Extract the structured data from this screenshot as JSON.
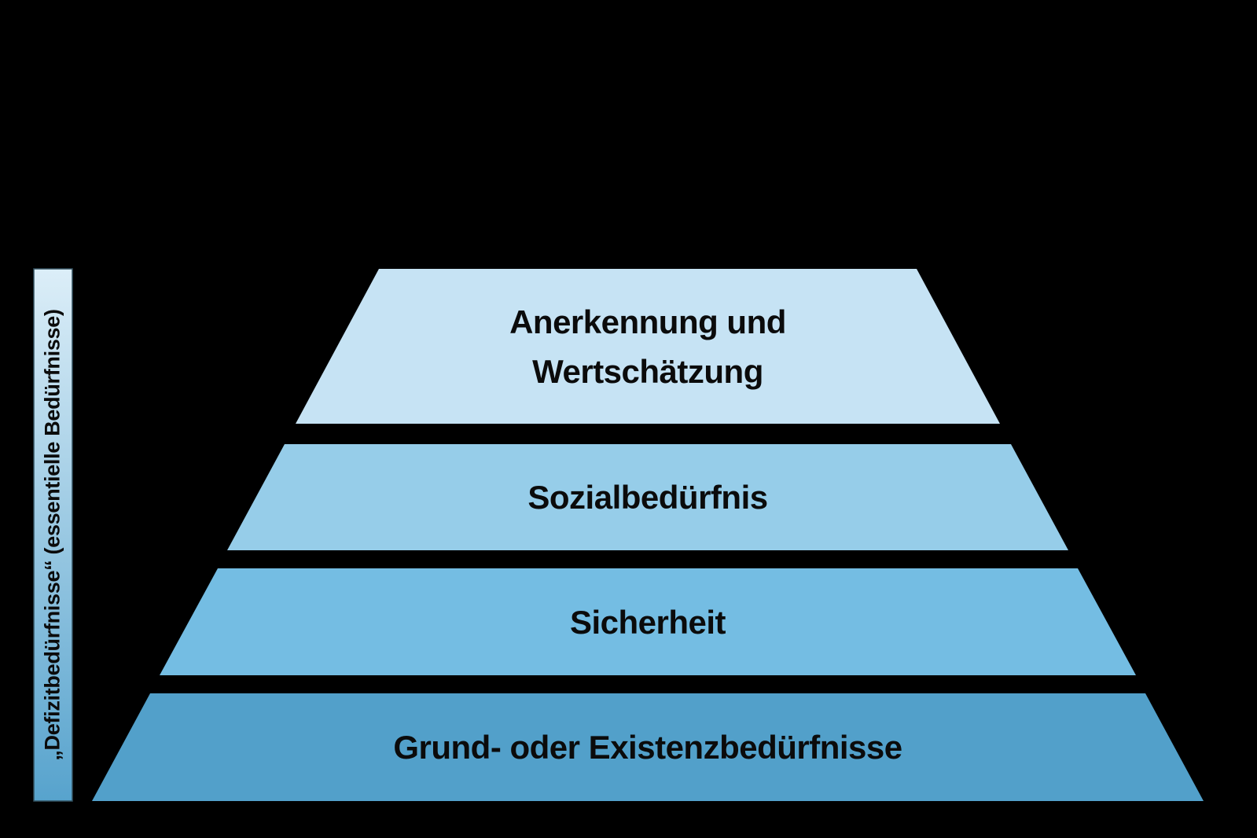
{
  "canvas": {
    "background": "#000000"
  },
  "side_banner": {
    "label": "„Defizitbedürfnisse“ (essentielle Bedürfnisse)",
    "gradient_top": "#dceef8",
    "gradient_bottom": "#57a3cd",
    "border_color": "#33515f"
  },
  "pyramid": {
    "border_color": "#6e93a8",
    "levels": [
      {
        "name": "Anerkennung und Wertschätzung",
        "lines": [
          "Anerkennung und",
          "Wertschätzung"
        ],
        "color": "#c6e3f4"
      },
      {
        "name": "Sozialbedürfnis",
        "color": "#96cde9"
      },
      {
        "name": "Sicherheit",
        "color": "#74bde3"
      },
      {
        "name": "Grund- oder Existenzbedürfnisse",
        "color": "#52a0ca"
      }
    ]
  }
}
